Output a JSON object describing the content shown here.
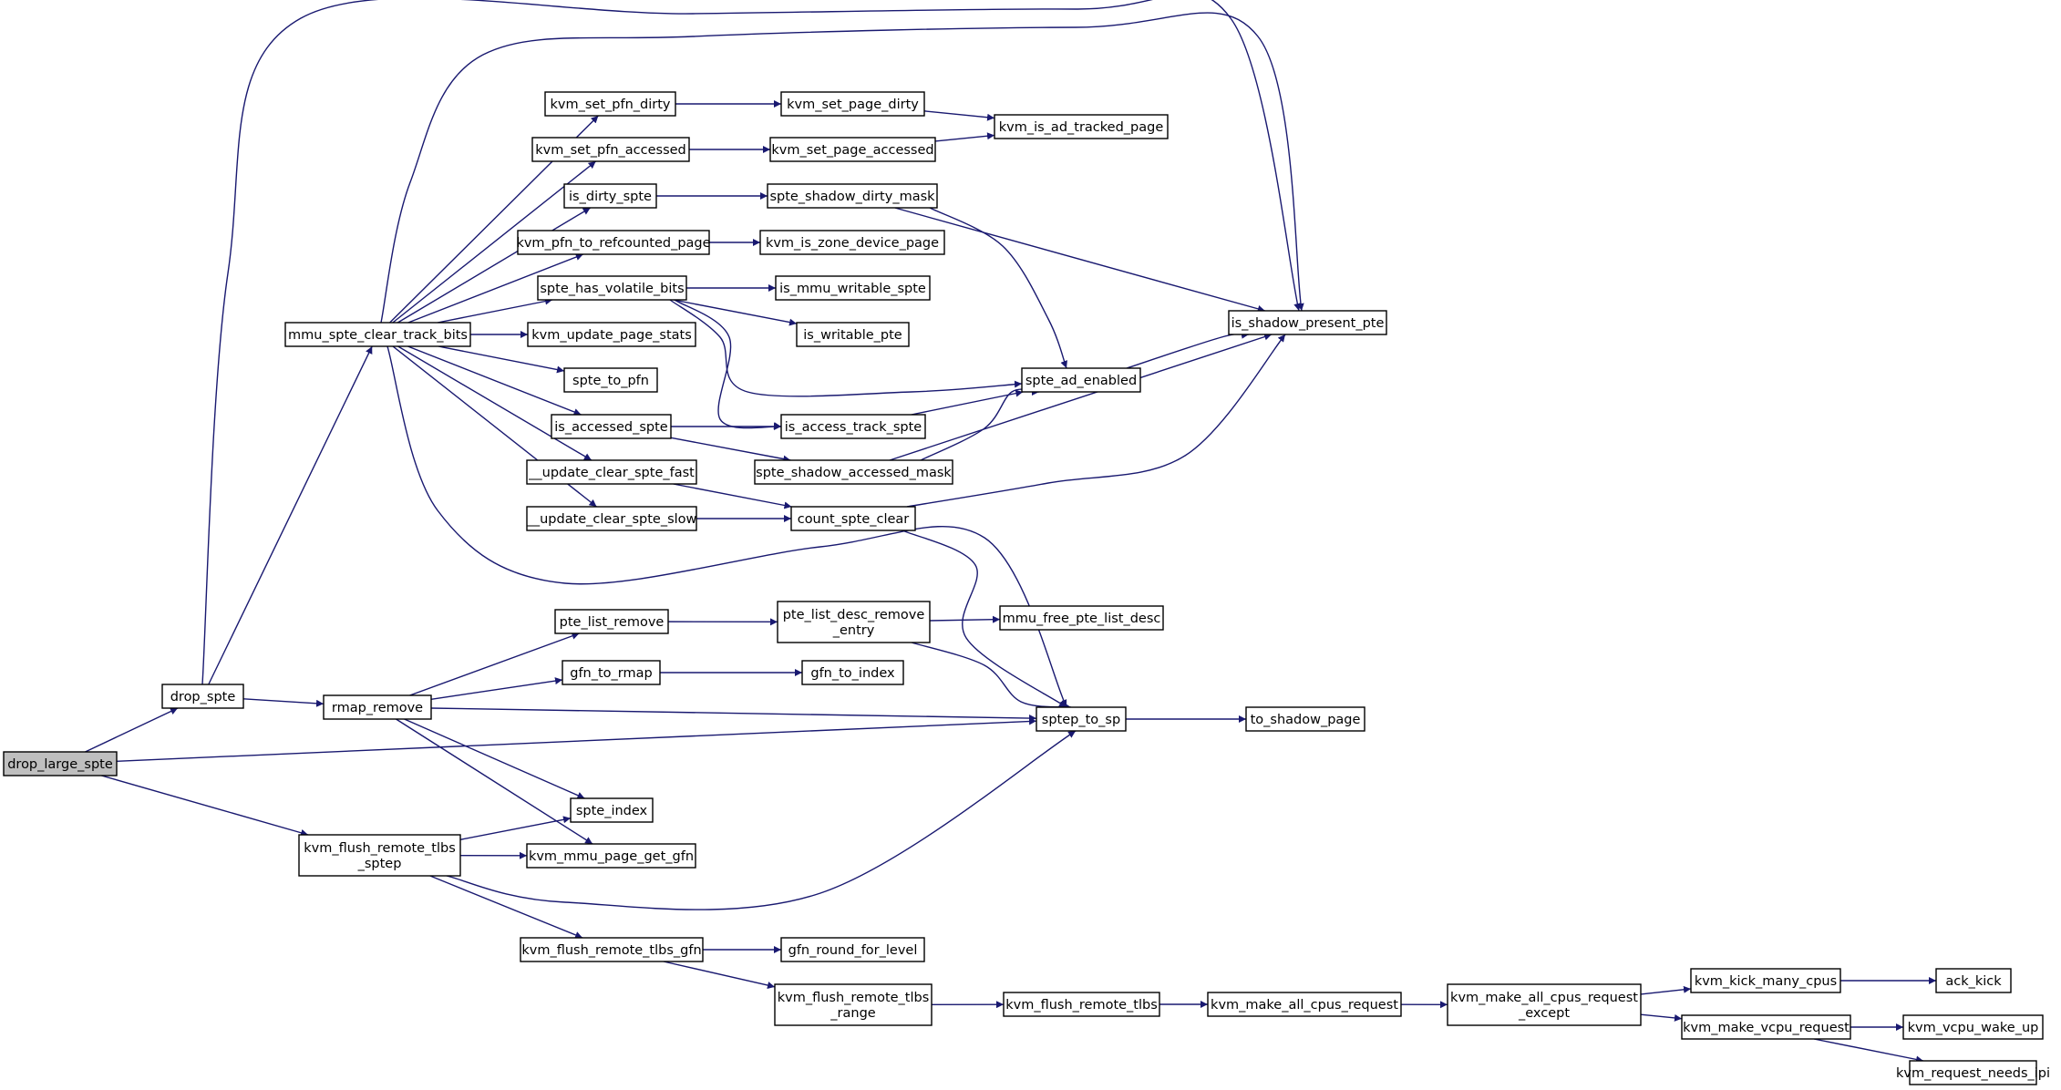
{
  "graph": {
    "title": "",
    "root": "drop_large_spte",
    "colors": {
      "edge": "#191970",
      "node_border": "#000000",
      "node_fill": "#ffffff",
      "root_fill": "#bfbfbf"
    },
    "nodes": [
      {
        "id": "drop_large_spte",
        "lines": [
          "drop_large_spte"
        ]
      },
      {
        "id": "drop_spte",
        "lines": [
          "drop_spte"
        ]
      },
      {
        "id": "rmap_remove",
        "lines": [
          "rmap_remove"
        ]
      },
      {
        "id": "kvm_flush_remote_tlbs_sptep",
        "lines": [
          "kvm_flush_remote_tlbs",
          "_sptep"
        ]
      },
      {
        "id": "mmu_spte_clear_track_bits",
        "lines": [
          "mmu_spte_clear_track_bits"
        ]
      },
      {
        "id": "kvm_set_pfn_dirty",
        "lines": [
          "kvm_set_pfn_dirty"
        ]
      },
      {
        "id": "kvm_set_pfn_accessed",
        "lines": [
          "kvm_set_pfn_accessed"
        ]
      },
      {
        "id": "is_dirty_spte",
        "lines": [
          "is_dirty_spte"
        ]
      },
      {
        "id": "kvm_pfn_to_refcounted_page",
        "lines": [
          "kvm_pfn_to_refcounted_page"
        ]
      },
      {
        "id": "spte_has_volatile_bits",
        "lines": [
          "spte_has_volatile_bits"
        ]
      },
      {
        "id": "kvm_update_page_stats",
        "lines": [
          "kvm_update_page_stats"
        ]
      },
      {
        "id": "spte_to_pfn",
        "lines": [
          "spte_to_pfn"
        ]
      },
      {
        "id": "is_accessed_spte",
        "lines": [
          "is_accessed_spte"
        ]
      },
      {
        "id": "__update_clear_spte_fast",
        "lines": [
          "__update_clear_spte_fast"
        ]
      },
      {
        "id": "__update_clear_spte_slow",
        "lines": [
          "__update_clear_spte_slow"
        ]
      },
      {
        "id": "kvm_set_page_dirty",
        "lines": [
          "kvm_set_page_dirty"
        ]
      },
      {
        "id": "kvm_set_page_accessed",
        "lines": [
          "kvm_set_page_accessed"
        ]
      },
      {
        "id": "kvm_is_ad_tracked_page",
        "lines": [
          "kvm_is_ad_tracked_page"
        ]
      },
      {
        "id": "spte_shadow_dirty_mask",
        "lines": [
          "spte_shadow_dirty_mask"
        ]
      },
      {
        "id": "kvm_is_zone_device_page",
        "lines": [
          "kvm_is_zone_device_page"
        ]
      },
      {
        "id": "is_mmu_writable_spte",
        "lines": [
          "is_mmu_writable_spte"
        ]
      },
      {
        "id": "is_writable_pte",
        "lines": [
          "is_writable_pte"
        ]
      },
      {
        "id": "spte_ad_enabled",
        "lines": [
          "spte_ad_enabled"
        ]
      },
      {
        "id": "is_access_track_spte",
        "lines": [
          "is_access_track_spte"
        ]
      },
      {
        "id": "spte_shadow_accessed_mask",
        "lines": [
          "spte_shadow_accessed_mask"
        ]
      },
      {
        "id": "count_spte_clear",
        "lines": [
          "count_spte_clear"
        ]
      },
      {
        "id": "is_shadow_present_pte",
        "lines": [
          "is_shadow_present_pte"
        ]
      },
      {
        "id": "pte_list_remove",
        "lines": [
          "pte_list_remove"
        ]
      },
      {
        "id": "pte_list_desc_remove_entry",
        "lines": [
          "pte_list_desc_remove",
          "_entry"
        ]
      },
      {
        "id": "mmu_free_pte_list_desc",
        "lines": [
          "mmu_free_pte_list_desc"
        ]
      },
      {
        "id": "gfn_to_rmap",
        "lines": [
          "gfn_to_rmap"
        ]
      },
      {
        "id": "gfn_to_index",
        "lines": [
          "gfn_to_index"
        ]
      },
      {
        "id": "sptep_to_sp",
        "lines": [
          "sptep_to_sp"
        ]
      },
      {
        "id": "to_shadow_page",
        "lines": [
          "to_shadow_page"
        ]
      },
      {
        "id": "spte_index",
        "lines": [
          "spte_index"
        ]
      },
      {
        "id": "kvm_mmu_page_get_gfn",
        "lines": [
          "kvm_mmu_page_get_gfn"
        ]
      },
      {
        "id": "kvm_flush_remote_tlbs_gfn",
        "lines": [
          "kvm_flush_remote_tlbs_gfn"
        ]
      },
      {
        "id": "gfn_round_for_level",
        "lines": [
          "gfn_round_for_level"
        ]
      },
      {
        "id": "kvm_flush_remote_tlbs_range",
        "lines": [
          "kvm_flush_remote_tlbs",
          "_range"
        ]
      },
      {
        "id": "kvm_flush_remote_tlbs",
        "lines": [
          "kvm_flush_remote_tlbs"
        ]
      },
      {
        "id": "kvm_make_all_cpus_request",
        "lines": [
          "kvm_make_all_cpus_request"
        ]
      },
      {
        "id": "kvm_make_all_cpus_request_except",
        "lines": [
          "kvm_make_all_cpus_request",
          "_except"
        ]
      },
      {
        "id": "kvm_kick_many_cpus",
        "lines": [
          "kvm_kick_many_cpus"
        ]
      },
      {
        "id": "ack_kick",
        "lines": [
          "ack_kick"
        ]
      },
      {
        "id": "kvm_make_vcpu_request",
        "lines": [
          "kvm_make_vcpu_request"
        ]
      },
      {
        "id": "kvm_vcpu_wake_up",
        "lines": [
          "kvm_vcpu_wake_up"
        ]
      },
      {
        "id": "kvm_request_needs_ipi",
        "lines": [
          "kvm_request_needs_ipi"
        ]
      }
    ],
    "edges": [
      [
        "drop_large_spte",
        "drop_spte"
      ],
      [
        "drop_large_spte",
        "sptep_to_sp"
      ],
      [
        "drop_large_spte",
        "kvm_flush_remote_tlbs_sptep"
      ],
      [
        "drop_spte",
        "is_shadow_present_pte"
      ],
      [
        "drop_spte",
        "mmu_spte_clear_track_bits"
      ],
      [
        "drop_spte",
        "rmap_remove"
      ],
      [
        "mmu_spte_clear_track_bits",
        "is_shadow_present_pte"
      ],
      [
        "mmu_spte_clear_track_bits",
        "kvm_set_pfn_dirty"
      ],
      [
        "mmu_spte_clear_track_bits",
        "kvm_set_pfn_accessed"
      ],
      [
        "mmu_spte_clear_track_bits",
        "is_dirty_spte"
      ],
      [
        "mmu_spte_clear_track_bits",
        "kvm_pfn_to_refcounted_page"
      ],
      [
        "mmu_spte_clear_track_bits",
        "spte_has_volatile_bits"
      ],
      [
        "mmu_spte_clear_track_bits",
        "kvm_update_page_stats"
      ],
      [
        "mmu_spte_clear_track_bits",
        "spte_to_pfn"
      ],
      [
        "mmu_spte_clear_track_bits",
        "is_accessed_spte"
      ],
      [
        "mmu_spte_clear_track_bits",
        "__update_clear_spte_fast"
      ],
      [
        "mmu_spte_clear_track_bits",
        "__update_clear_spte_slow"
      ],
      [
        "mmu_spte_clear_track_bits",
        "sptep_to_sp"
      ],
      [
        "kvm_set_pfn_dirty",
        "kvm_set_page_dirty"
      ],
      [
        "kvm_set_page_dirty",
        "kvm_is_ad_tracked_page"
      ],
      [
        "kvm_set_pfn_accessed",
        "kvm_set_page_accessed"
      ],
      [
        "kvm_set_page_accessed",
        "kvm_is_ad_tracked_page"
      ],
      [
        "is_dirty_spte",
        "spte_shadow_dirty_mask"
      ],
      [
        "spte_shadow_dirty_mask",
        "is_shadow_present_pte"
      ],
      [
        "spte_shadow_dirty_mask",
        "spte_ad_enabled"
      ],
      [
        "kvm_pfn_to_refcounted_page",
        "kvm_is_zone_device_page"
      ],
      [
        "spte_has_volatile_bits",
        "is_mmu_writable_spte"
      ],
      [
        "spte_has_volatile_bits",
        "is_writable_pte"
      ],
      [
        "spte_has_volatile_bits",
        "spte_ad_enabled"
      ],
      [
        "spte_has_volatile_bits",
        "is_access_track_spte"
      ],
      [
        "spte_ad_enabled",
        "is_shadow_present_pte"
      ],
      [
        "is_accessed_spte",
        "is_access_track_spte"
      ],
      [
        "is_accessed_spte",
        "spte_shadow_accessed_mask"
      ],
      [
        "is_access_track_spte",
        "spte_ad_enabled"
      ],
      [
        "spte_shadow_accessed_mask",
        "is_shadow_present_pte"
      ],
      [
        "spte_shadow_accessed_mask",
        "spte_ad_enabled"
      ],
      [
        "__update_clear_spte_fast",
        "count_spte_clear"
      ],
      [
        "__update_clear_spte_slow",
        "count_spte_clear"
      ],
      [
        "count_spte_clear",
        "is_shadow_present_pte"
      ],
      [
        "count_spte_clear",
        "sptep_to_sp"
      ],
      [
        "rmap_remove",
        "pte_list_remove"
      ],
      [
        "rmap_remove",
        "gfn_to_rmap"
      ],
      [
        "rmap_remove",
        "sptep_to_sp"
      ],
      [
        "rmap_remove",
        "spte_index"
      ],
      [
        "rmap_remove",
        "kvm_mmu_page_get_gfn"
      ],
      [
        "pte_list_remove",
        "pte_list_desc_remove_entry"
      ],
      [
        "pte_list_desc_remove_entry",
        "mmu_free_pte_list_desc"
      ],
      [
        "pte_list_desc_remove_entry",
        "sptep_to_sp"
      ],
      [
        "gfn_to_rmap",
        "gfn_to_index"
      ],
      [
        "sptep_to_sp",
        "to_shadow_page"
      ],
      [
        "kvm_flush_remote_tlbs_sptep",
        "spte_index"
      ],
      [
        "kvm_flush_remote_tlbs_sptep",
        "kvm_mmu_page_get_gfn"
      ],
      [
        "kvm_flush_remote_tlbs_sptep",
        "sptep_to_sp"
      ],
      [
        "kvm_flush_remote_tlbs_sptep",
        "kvm_flush_remote_tlbs_gfn"
      ],
      [
        "kvm_flush_remote_tlbs_gfn",
        "gfn_round_for_level"
      ],
      [
        "kvm_flush_remote_tlbs_gfn",
        "kvm_flush_remote_tlbs_range"
      ],
      [
        "kvm_flush_remote_tlbs_range",
        "kvm_flush_remote_tlbs"
      ],
      [
        "kvm_flush_remote_tlbs",
        "kvm_make_all_cpus_request"
      ],
      [
        "kvm_make_all_cpus_request",
        "kvm_make_all_cpus_request_except"
      ],
      [
        "kvm_make_all_cpus_request_except",
        "kvm_kick_many_cpus"
      ],
      [
        "kvm_make_all_cpus_request_except",
        "kvm_make_vcpu_request"
      ],
      [
        "kvm_kick_many_cpus",
        "ack_kick"
      ],
      [
        "kvm_make_vcpu_request",
        "kvm_vcpu_wake_up"
      ],
      [
        "kvm_make_vcpu_request",
        "kvm_request_needs_ipi"
      ]
    ]
  }
}
